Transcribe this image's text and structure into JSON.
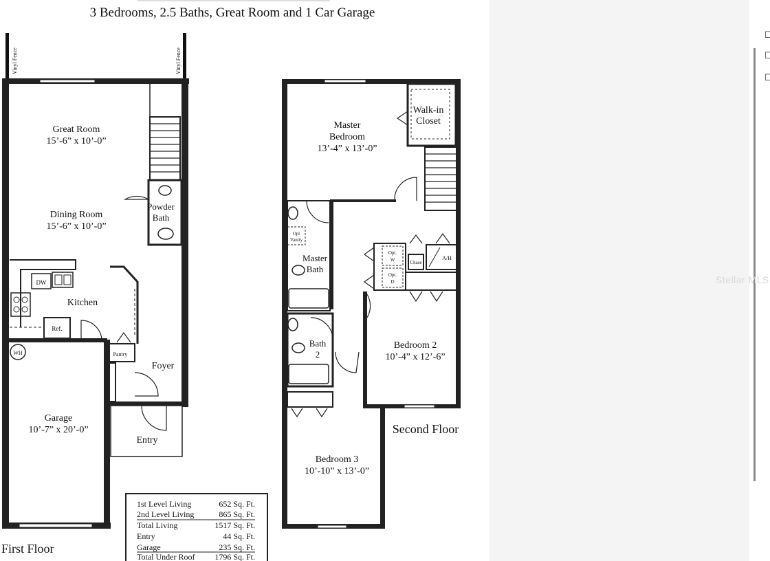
{
  "title": "3 Bedrooms, 2.5 Baths, Great Room and 1 Car Garage",
  "first_floor": {
    "label": "First Floor",
    "fence_left": "Vinyl Fence",
    "fence_right": "Vinyl Fence",
    "rooms": {
      "great_room": {
        "name": "Great Room",
        "dims": "15’-6” x 10’-0”"
      },
      "dining_room": {
        "name": "Dining Room",
        "dims": "15’-6” x 10’-0”"
      },
      "powder_bath": {
        "line1": "Powder",
        "line2": "Bath"
      },
      "kitchen": {
        "name": "Kitchen"
      },
      "dw": "DW",
      "ref": "Ref.",
      "wh": "WH",
      "pantry": "Pantry",
      "foyer": "Foyer",
      "garage": {
        "name": "Garage",
        "dims": "10’-7” x 20’-0”"
      },
      "entry": "Entry"
    }
  },
  "second_floor": {
    "label": "Second Floor",
    "rooms": {
      "master_bedroom": {
        "line1": "Master",
        "line2": "Bedroom",
        "dims": "13’-4” x 13’-0”"
      },
      "walk_in_closet": {
        "line1": "Walk-in",
        "line2": "Closet"
      },
      "opt_vanity": {
        "line1": "Opt",
        "line2": "Vanity"
      },
      "master_bath": {
        "line1": "Master",
        "line2": "Bath"
      },
      "opt_w": {
        "line1": "Opt.",
        "line2": "W"
      },
      "opt_d": {
        "line1": "Opt.",
        "line2": "D"
      },
      "chase": "Chase",
      "ah": "A/H",
      "bath2": {
        "line1": "Bath",
        "line2": "2"
      },
      "bedroom2": {
        "name": "Bedroom 2",
        "dims": "10’-4” x 12’-6”"
      },
      "bedroom3": {
        "name": "Bedroom 3",
        "dims": "10’-10” x 13’-0”"
      }
    }
  },
  "area_table": {
    "rows": [
      {
        "label": "1st Level Living",
        "value": "652 Sq. Ft."
      },
      {
        "label": "2nd Level Living",
        "value": "865 Sq. Ft."
      },
      {
        "label": "Total Living",
        "value": "1517 Sq. Ft."
      },
      {
        "label": "Entry",
        "value": "44 Sq. Ft."
      },
      {
        "label": "Garage",
        "value": "235 Sq. Ft."
      },
      {
        "label": "Total Under Roof",
        "value": "1796 Sq. Ft."
      }
    ]
  },
  "watermark": "Stellar MLS"
}
